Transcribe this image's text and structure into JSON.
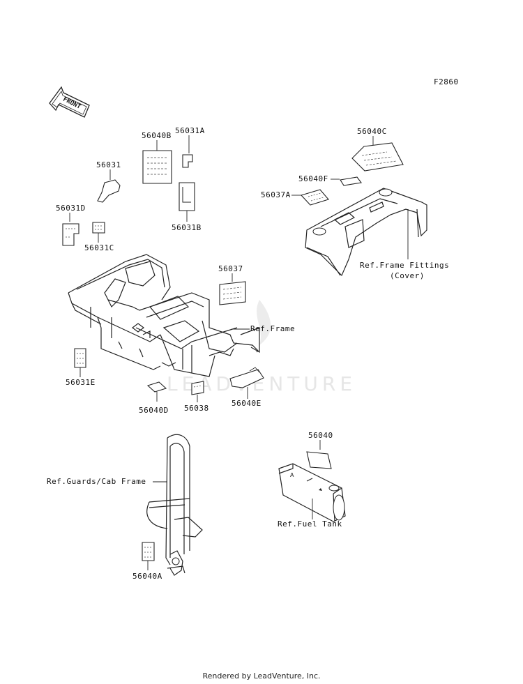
{
  "figure_code": "F2860",
  "front_arrow_label": "FRONT",
  "watermark": "LEADVENTURE",
  "footer": "Rendered by LeadVenture, Inc.",
  "parts": {
    "p56040B": "56040B",
    "p56031A": "56031A",
    "p56031": "56031",
    "p56031B": "56031B",
    "p56031D": "56031D",
    "p56031C": "56031C",
    "p56040C": "56040C",
    "p56040F": "56040F",
    "p56037A": "56037A",
    "p56037": "56037",
    "p56031E": "56031E",
    "p56040D": "56040D",
    "p56038": "56038",
    "p56040E": "56040E",
    "p56040": "56040",
    "p56040A": "56040A"
  },
  "refs": {
    "frame": "Ref.Frame",
    "frame_fittings": "Ref.Frame Fittings",
    "frame_fittings_sub": "(Cover)",
    "guards": "Ref.Guards/Cab Frame",
    "fuel_tank": "Ref.Fuel Tank"
  }
}
